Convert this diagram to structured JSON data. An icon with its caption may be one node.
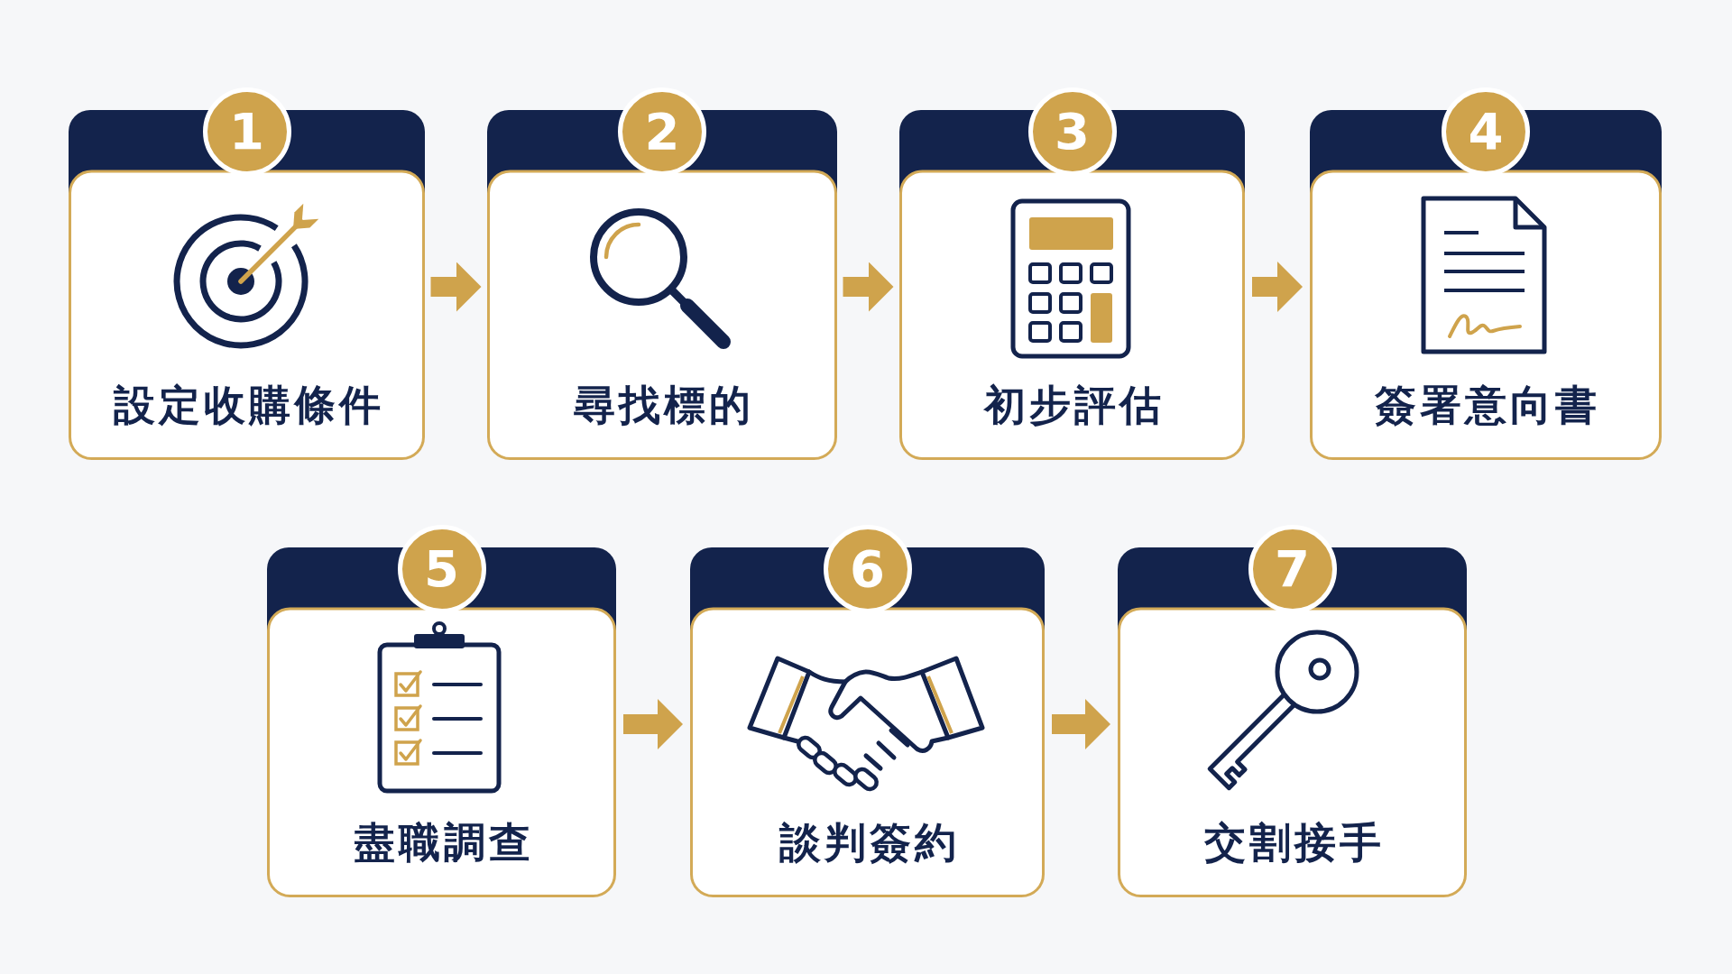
{
  "diagram": {
    "nodes": [
      {
        "text": [
          "1",
          "設定收購條件"
        ]
      },
      {
        "text": [
          "2",
          "尋找標的"
        ]
      },
      {
        "text": [
          "3",
          "初步評估"
        ]
      },
      {
        "text": [
          "4",
          "簽署意向書"
        ]
      },
      {
        "text": [
          "5",
          "盡職調查"
        ]
      },
      {
        "text": [
          "6",
          "談判簽約"
        ]
      },
      {
        "text": [
          "7",
          "交割接手"
        ]
      }
    ],
    "edges": [
      {
        "from": 0,
        "to": 1,
        "arrow": "to"
      },
      {
        "from": 1,
        "to": 2,
        "arrow": "to"
      },
      {
        "from": 2,
        "to": 3,
        "arrow": "to"
      },
      {
        "from": 4,
        "to": 5,
        "arrow": "to"
      },
      {
        "from": 5,
        "to": 6,
        "arrow": "to"
      }
    ]
  }
}
